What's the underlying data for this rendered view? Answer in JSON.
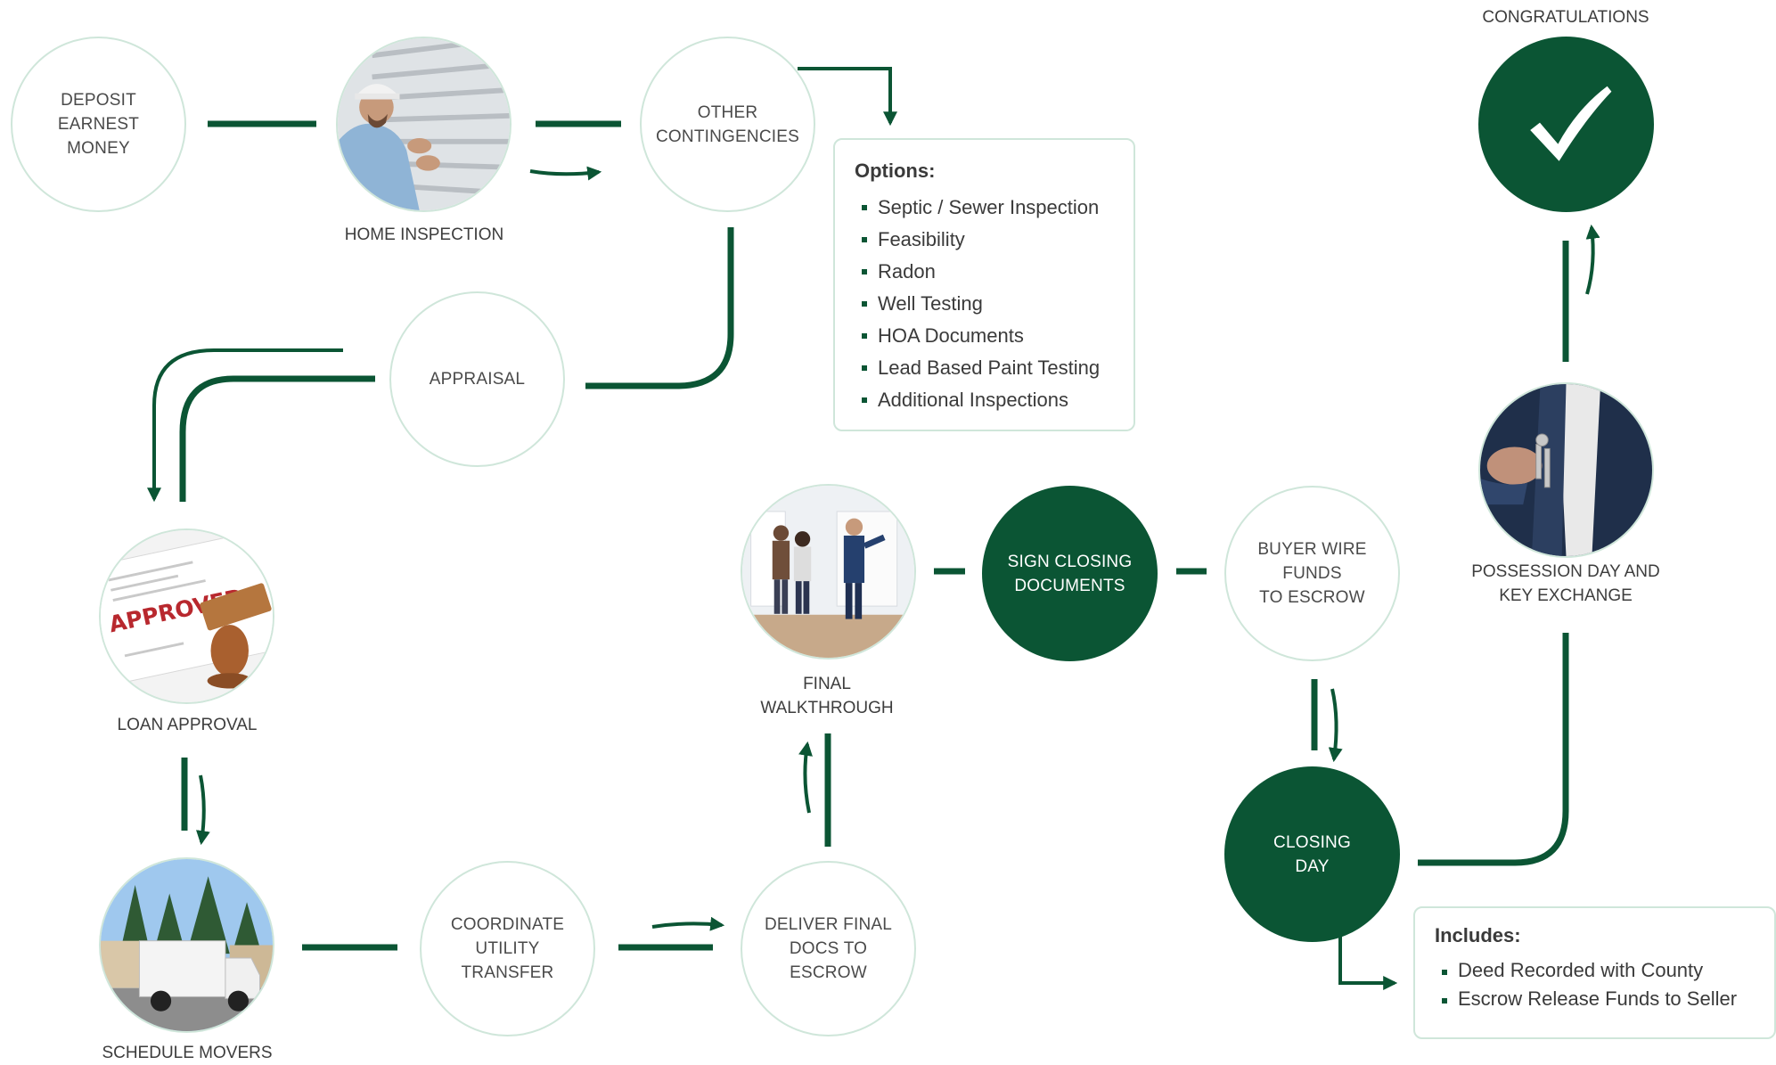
{
  "steps": {
    "deposit": "DEPOSIT\nEARNEST\nMONEY",
    "home_inspection": "HOME INSPECTION",
    "other_contingencies": "OTHER\nCONTINGENCIES",
    "appraisal": "APPRAISAL",
    "loan_approval": "LOAN APPROVAL",
    "schedule_movers": "SCHEDULE MOVERS",
    "coordinate_utility": "COORDINATE\nUTILITY\nTRANSFER",
    "deliver_final_docs": "DELIVER FINAL\nDOCS TO ESCROW",
    "final_walkthrough": "FINAL\nWALKTHROUGH",
    "sign_closing": "SIGN CLOSING\nDOCUMENTS",
    "buyer_wire": "BUYER WIRE\nFUNDS\nTO ESCROW",
    "closing_day": "CLOSING\nDAY",
    "possession_day": "POSSESSION DAY AND\nKEY EXCHANGE",
    "congratulations": "CONGRATULATIONS"
  },
  "options_box": {
    "title": "Options:",
    "items": [
      "Septic / Sewer Inspection",
      "Feasibility",
      "Radon",
      "Well Testing",
      "HOA Documents",
      "Lead Based Paint Testing",
      "Additional Inspections"
    ]
  },
  "includes_box": {
    "title": "Includes:",
    "items": [
      "Deed Recorded with County",
      "Escrow Release Funds to Seller"
    ]
  },
  "photo_stamp_text": "APPROVED",
  "icons": {
    "checkmark": "checkmark-icon"
  },
  "colors": {
    "accent": "#0b5534",
    "circle_border": "#cfe6da",
    "text": "#4a4a4a"
  }
}
